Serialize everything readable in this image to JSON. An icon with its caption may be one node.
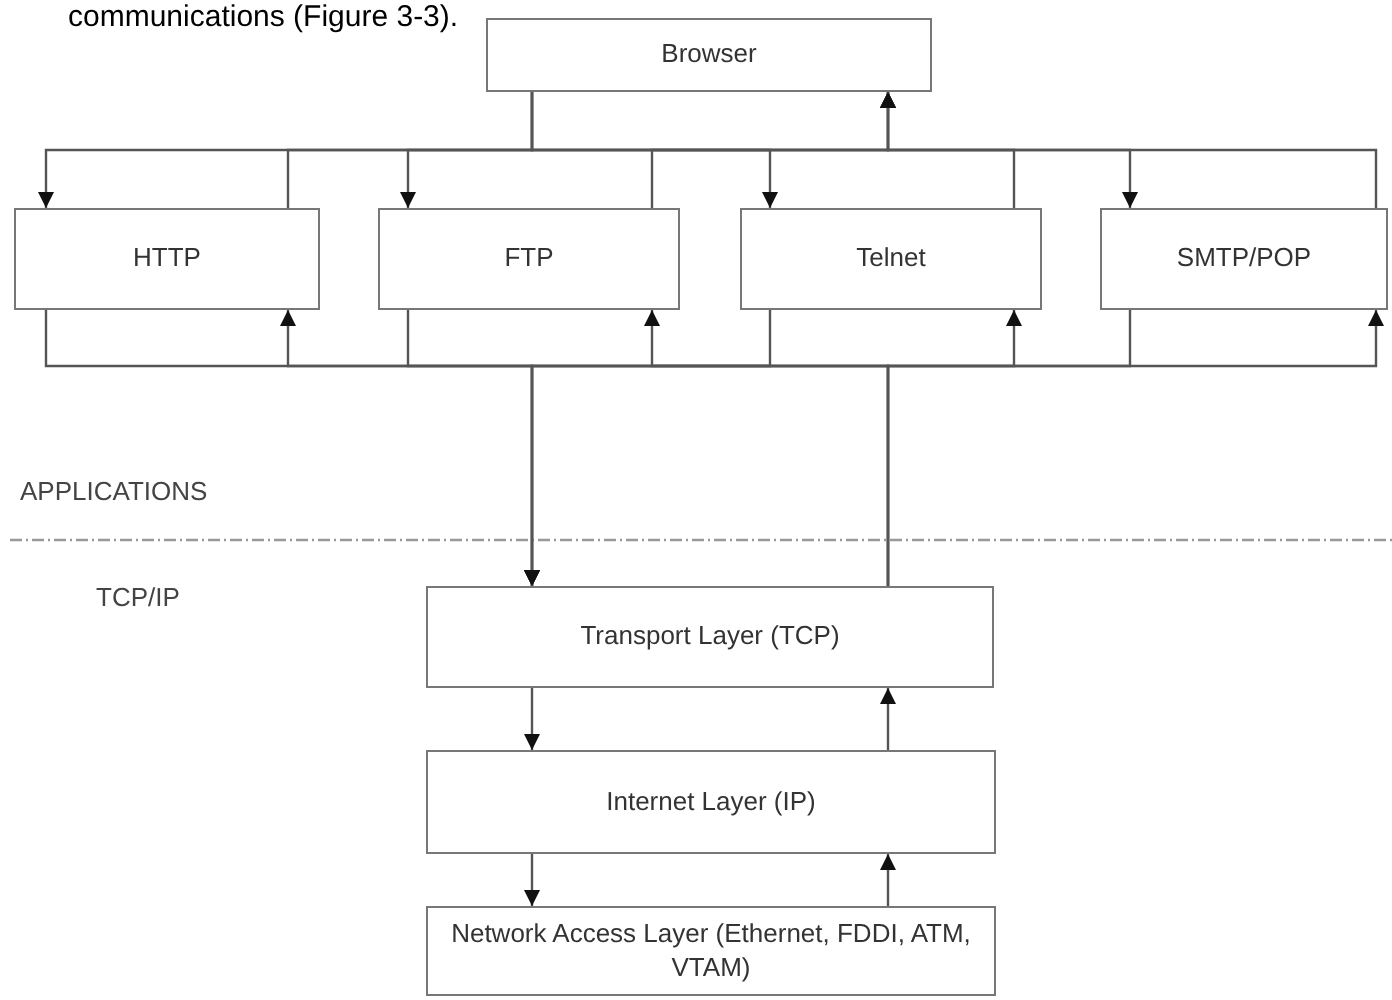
{
  "diagram": {
    "nodes": [
      {
        "text": [
          "Browser"
        ]
      },
      {
        "text": [
          "HTTP"
        ]
      },
      {
        "text": [
          "FTP"
        ]
      },
      {
        "text": [
          "Telnet"
        ]
      },
      {
        "text": [
          "SMTP/POP"
        ]
      },
      {
        "text": [
          "Transport Layer (TCP)"
        ]
      },
      {
        "text": [
          "Internet Layer (IP)"
        ]
      },
      {
        "text": [
          "Network Access Layer (Ethernet, FDDI, ATM, VTAM)"
        ]
      }
    ],
    "edges": [
      {
        "from": 0,
        "to": 1,
        "arrow": "to"
      },
      {
        "from": 0,
        "to": 2,
        "arrow": "to"
      },
      {
        "from": 0,
        "to": 3,
        "arrow": "to"
      },
      {
        "from": 0,
        "to": 4,
        "arrow": "to"
      },
      {
        "from": 1,
        "to": 0,
        "arrow": "to"
      },
      {
        "from": 2,
        "to": 0,
        "arrow": "to"
      },
      {
        "from": 3,
        "to": 0,
        "arrow": "to"
      },
      {
        "from": 4,
        "to": 0,
        "arrow": "to"
      },
      {
        "from": 1,
        "to": 5,
        "arrow": "to"
      },
      {
        "from": 2,
        "to": 5,
        "arrow": "to"
      },
      {
        "from": 3,
        "to": 5,
        "arrow": "to"
      },
      {
        "from": 4,
        "to": 5,
        "arrow": "to"
      },
      {
        "from": 5,
        "to": 1,
        "arrow": "to"
      },
      {
        "from": 5,
        "to": 2,
        "arrow": "to"
      },
      {
        "from": 5,
        "to": 3,
        "arrow": "to"
      },
      {
        "from": 5,
        "to": 4,
        "arrow": "to"
      },
      {
        "from": 5,
        "to": 6,
        "arrow": "to"
      },
      {
        "from": 6,
        "to": 5,
        "arrow": "to"
      },
      {
        "from": 6,
        "to": 7,
        "arrow": "to"
      },
      {
        "from": 7,
        "to": 6,
        "arrow": "to"
      }
    ],
    "labels": [
      "communications (Figure 3-3).",
      "APPLICATIONS",
      "TCP/IP"
    ]
  }
}
